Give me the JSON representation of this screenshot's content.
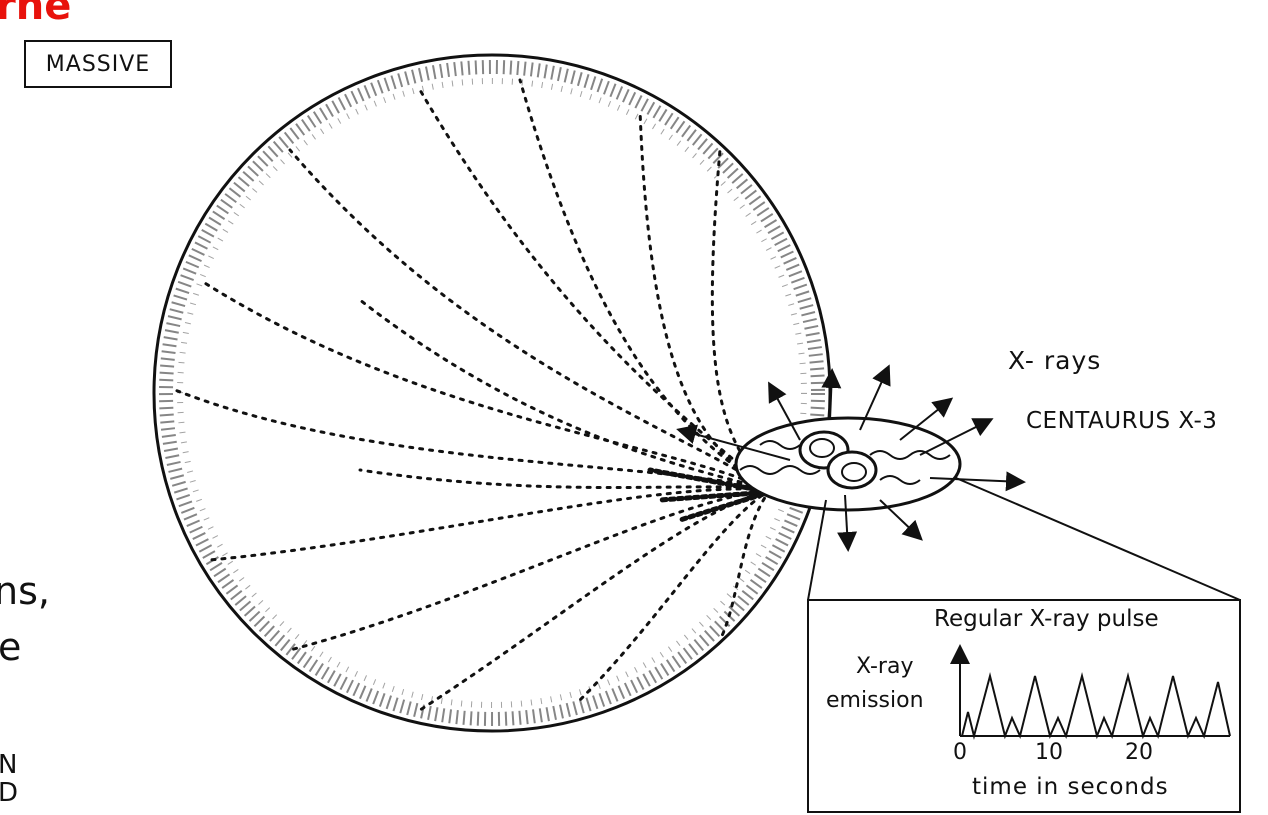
{
  "header": {
    "title_fragment": "rne",
    "box_label": "MASSIVE"
  },
  "left_fragments": {
    "line1": "ns,",
    "line2": "e",
    "line3": "N",
    "line4": "D"
  },
  "diagram": {
    "xrays_label": "X- rays",
    "source_label": "CENTAURUS X-3"
  },
  "inset": {
    "title": "Regular X-ray pulse",
    "ylabel_line1": "X-ray",
    "ylabel_line2": "emission",
    "xlabel": "time in seconds",
    "ticks": [
      "0",
      "10",
      "20"
    ]
  },
  "colors": {
    "title_red": "#e8120c",
    "ink": "#111111"
  }
}
